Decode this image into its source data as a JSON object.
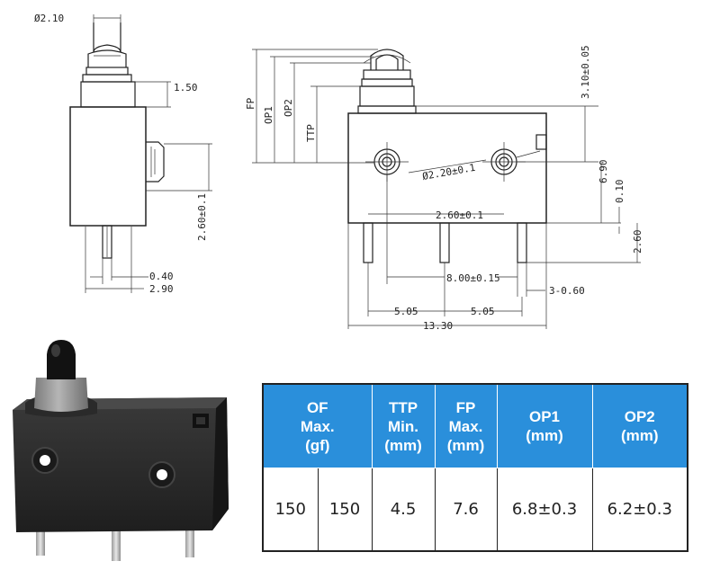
{
  "drawing": {
    "side_view": {
      "plunger_dia": "Ø2.10",
      "cap_height": "1.50",
      "pin_to_edge": "2.60±0.1",
      "pin_width": "0.40",
      "body_width": "2.90"
    },
    "front_view": {
      "fp_label": "FP",
      "op1_label": "OP1",
      "op2_label": "OP2",
      "ttp_label": "TTP",
      "top_to_hole": "3.10±0.05",
      "hole_dia": "Ø2.20±0.1",
      "body_height": "6.90",
      "terminal_offset": "0.10",
      "hole_to_base": "2.60±0.1",
      "terminal_len": "2.60",
      "hole_spacing": "8.00±0.15",
      "terminal_width": "3-0.60",
      "pitch_left": "5.05",
      "pitch_right": "5.05",
      "total_length": "13.30"
    }
  },
  "specs": {
    "headers": [
      {
        "lines": [
          "OF",
          "Max.",
          "(gf)"
        ]
      },
      {
        "lines": [
          "TTP",
          "Min.",
          "(mm)"
        ]
      },
      {
        "lines": [
          "FP",
          "Max.",
          "(mm)"
        ]
      },
      {
        "lines": [
          "OP1",
          "(mm)"
        ]
      },
      {
        "lines": [
          "OP2",
          "(mm)"
        ]
      }
    ],
    "values": [
      "150",
      "150",
      "4.5",
      "7.6",
      "6.8±0.3",
      "6.2±0.3"
    ]
  },
  "colors": {
    "table_header": "#2a8fdb",
    "switch_body": "#2b2b2b",
    "plunger_cap": "#111111",
    "plunger_sleeve": "#9a9a9a",
    "terminal": "#c9c9c9"
  }
}
